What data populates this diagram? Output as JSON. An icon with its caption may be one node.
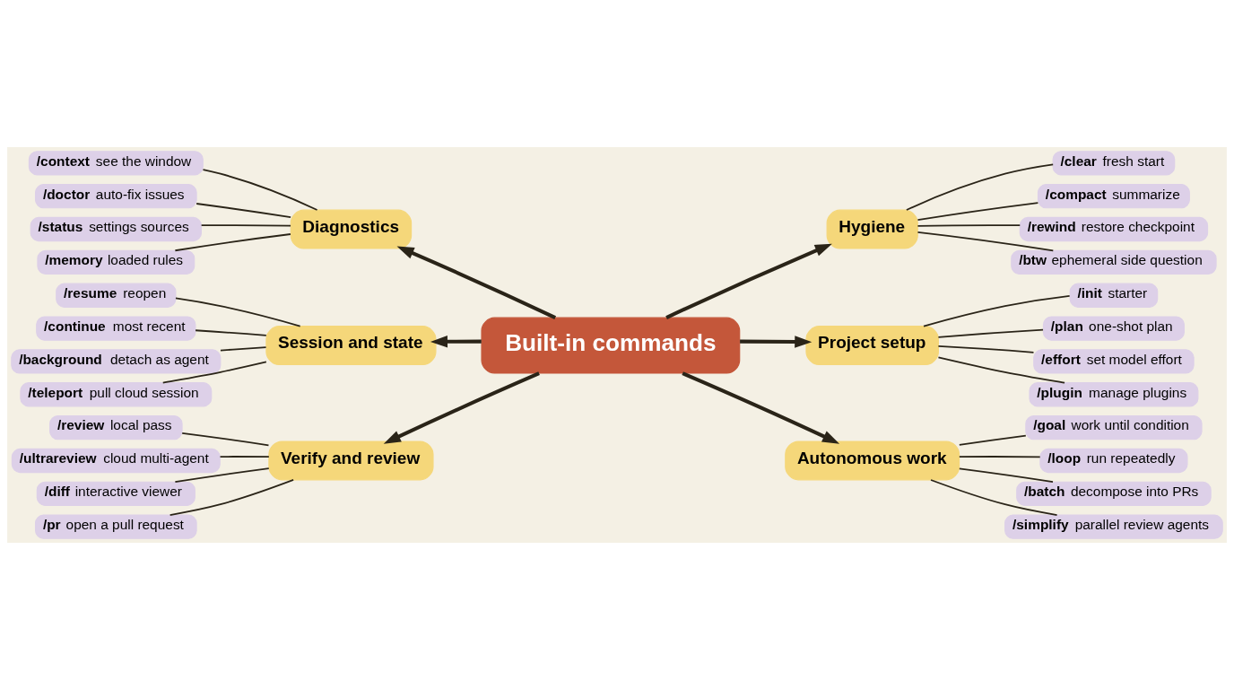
{
  "diagram": {
    "nodes": [
      {
        "text": [
          "Built-in commands"
        ]
      },
      {
        "text": [
          "Diagnostics"
        ]
      },
      {
        "text": [
          "**/context** see the window"
        ]
      },
      {
        "text": [
          "**/doctor** auto-fix issues"
        ]
      },
      {
        "text": [
          "**/status** settings sources"
        ]
      },
      {
        "text": [
          "**/memory** loaded rules"
        ]
      },
      {
        "text": [
          "Hygiene"
        ]
      },
      {
        "text": [
          "**/clear** fresh start"
        ]
      },
      {
        "text": [
          "**/compact** summarize"
        ]
      },
      {
        "text": [
          "**/rewind** restore checkpoint"
        ]
      },
      {
        "text": [
          "**/btw** ephemeral side question"
        ]
      },
      {
        "text": [
          "Session and state"
        ]
      },
      {
        "text": [
          "**/resume** reopen"
        ]
      },
      {
        "text": [
          "**/continue** most recent"
        ]
      },
      {
        "text": [
          "**/background** detach as agent"
        ]
      },
      {
        "text": [
          "**/teleport** pull cloud session"
        ]
      },
      {
        "text": [
          "Project setup"
        ]
      },
      {
        "text": [
          "**/init** starter"
        ]
      },
      {
        "text": [
          "**/plan** one-shot plan"
        ]
      },
      {
        "text": [
          "**/effort** set model effort"
        ]
      },
      {
        "text": [
          "**/plugin** manage plugins"
        ]
      },
      {
        "text": [
          "Verify and review"
        ]
      },
      {
        "text": [
          "**/review** local pass"
        ]
      },
      {
        "text": [
          "**/ultrareview** cloud multi-agent"
        ]
      },
      {
        "text": [
          "**/diff** interactive viewer"
        ]
      },
      {
        "text": [
          "**/pr** open a pull request"
        ]
      },
      {
        "text": [
          "Autonomous work"
        ]
      },
      {
        "text": [
          "**/goal** work until condition"
        ]
      },
      {
        "text": [
          "**/loop** run repeatedly"
        ]
      },
      {
        "text": [
          "**/batch** decompose into PRs"
        ]
      },
      {
        "text": [
          "**/simplify** parallel review agents"
        ]
      }
    ],
    "edges": [
      {
        "from": 0,
        "to": 1,
        "arrow": "to",
        "style": "thick"
      },
      {
        "from": 0,
        "to": 6,
        "arrow": "to",
        "style": "thick"
      },
      {
        "from": 0,
        "to": 11,
        "arrow": "to",
        "style": "thick"
      },
      {
        "from": 0,
        "to": 16,
        "arrow": "to",
        "style": "thick"
      },
      {
        "from": 0,
        "to": 21,
        "arrow": "to",
        "style": "thick"
      },
      {
        "from": 0,
        "to": 26,
        "arrow": "to",
        "style": "thick"
      },
      {
        "from": 1,
        "to": 2,
        "arrow": "none"
      },
      {
        "from": 1,
        "to": 3,
        "arrow": "none"
      },
      {
        "from": 1,
        "to": 4,
        "arrow": "none"
      },
      {
        "from": 1,
        "to": 5,
        "arrow": "none"
      },
      {
        "from": 6,
        "to": 7,
        "arrow": "none"
      },
      {
        "from": 6,
        "to": 8,
        "arrow": "none"
      },
      {
        "from": 6,
        "to": 9,
        "arrow": "none"
      },
      {
        "from": 6,
        "to": 10,
        "arrow": "none"
      },
      {
        "from": 11,
        "to": 12,
        "arrow": "none"
      },
      {
        "from": 11,
        "to": 13,
        "arrow": "none"
      },
      {
        "from": 11,
        "to": 14,
        "arrow": "none"
      },
      {
        "from": 11,
        "to": 15,
        "arrow": "none"
      },
      {
        "from": 16,
        "to": 17,
        "arrow": "none"
      },
      {
        "from": 16,
        "to": 18,
        "arrow": "none"
      },
      {
        "from": 16,
        "to": 19,
        "arrow": "none"
      },
      {
        "from": 16,
        "to": 20,
        "arrow": "none"
      },
      {
        "from": 21,
        "to": 22,
        "arrow": "none"
      },
      {
        "from": 21,
        "to": 23,
        "arrow": "none"
      },
      {
        "from": 21,
        "to": 24,
        "arrow": "none"
      },
      {
        "from": 21,
        "to": 25,
        "arrow": "none"
      },
      {
        "from": 26,
        "to": 27,
        "arrow": "none"
      },
      {
        "from": 26,
        "to": 28,
        "arrow": "none"
      },
      {
        "from": 26,
        "to": 29,
        "arrow": "none"
      },
      {
        "from": 26,
        "to": 30,
        "arrow": "none"
      }
    ]
  }
}
